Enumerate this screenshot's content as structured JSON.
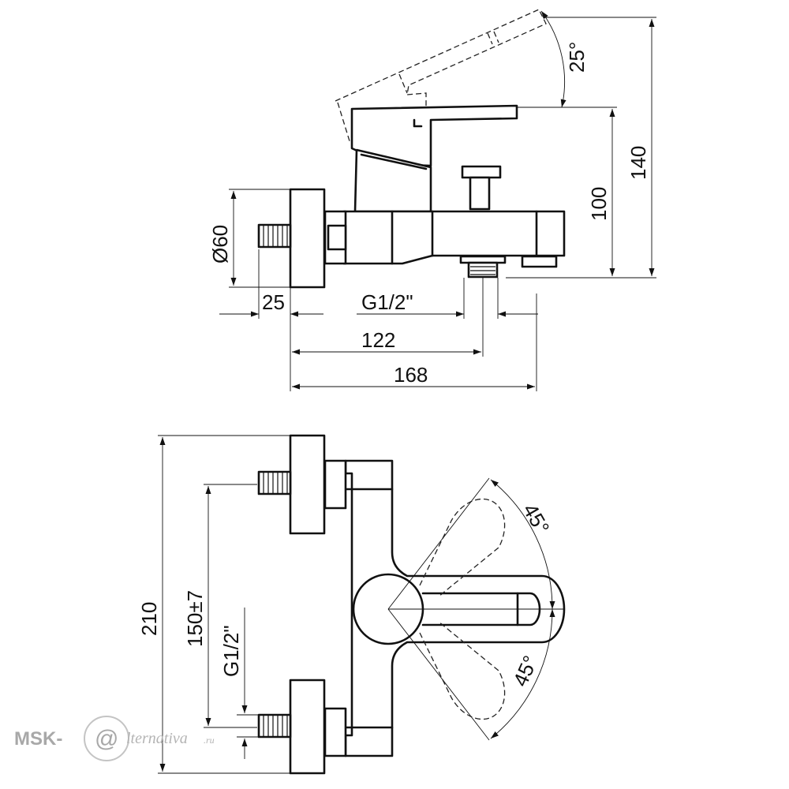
{
  "side_view": {
    "dim_angle": "25°",
    "dim_height_total": "140",
    "dim_height_body": "100",
    "dim_diameter": "Ø60",
    "dim_inlet": "25",
    "dim_thread": "G1/2\"",
    "dim_spout_offset": "122",
    "dim_total_length": "168"
  },
  "top_view": {
    "dim_angle_upper": "45°",
    "dim_angle_lower": "45°",
    "dim_height_total": "210",
    "dim_center_distance": "150±7",
    "dim_thread": "G1/2\""
  },
  "watermark": {
    "brand": "MSK-",
    "at_symbol": "@",
    "suffix": "lternativa",
    "domain": ".ru"
  }
}
